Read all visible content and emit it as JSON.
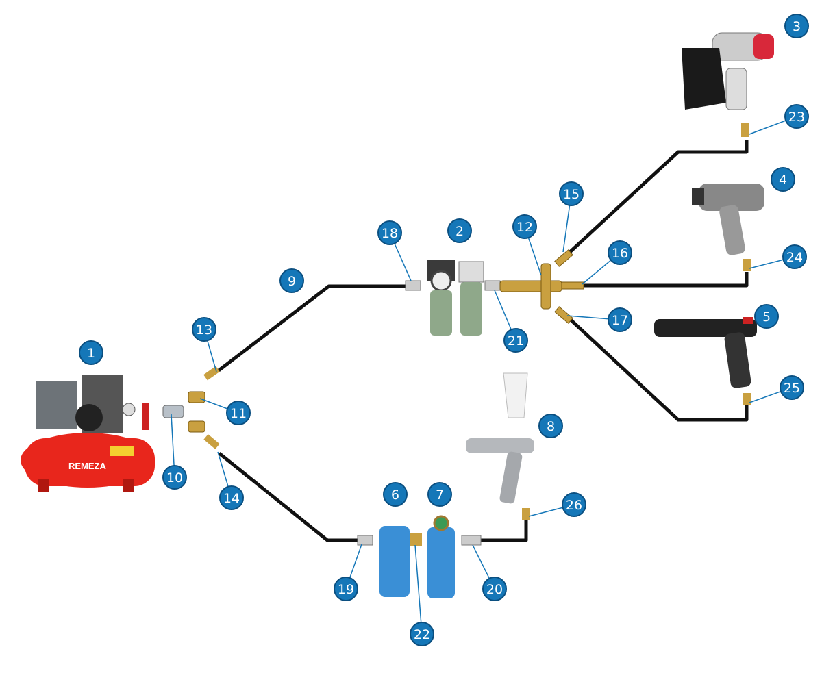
{
  "diagram": {
    "title": "",
    "brand_logo_text": "REMEZA",
    "colors": {
      "marker": "#1577b8",
      "marker_edge": "#0b4f80",
      "hose": "#111111",
      "compressor": "#e8261c",
      "filter_blue": "#3a8fd6",
      "brass": "#c9a040"
    },
    "markers": [
      "1",
      "2",
      "3",
      "4",
      "5",
      "6",
      "7",
      "8",
      "9",
      "10",
      "11",
      "12",
      "13",
      "14",
      "15",
      "16",
      "17",
      "18",
      "19",
      "20",
      "21",
      "22",
      "23",
      "24",
      "25",
      "26"
    ]
  }
}
